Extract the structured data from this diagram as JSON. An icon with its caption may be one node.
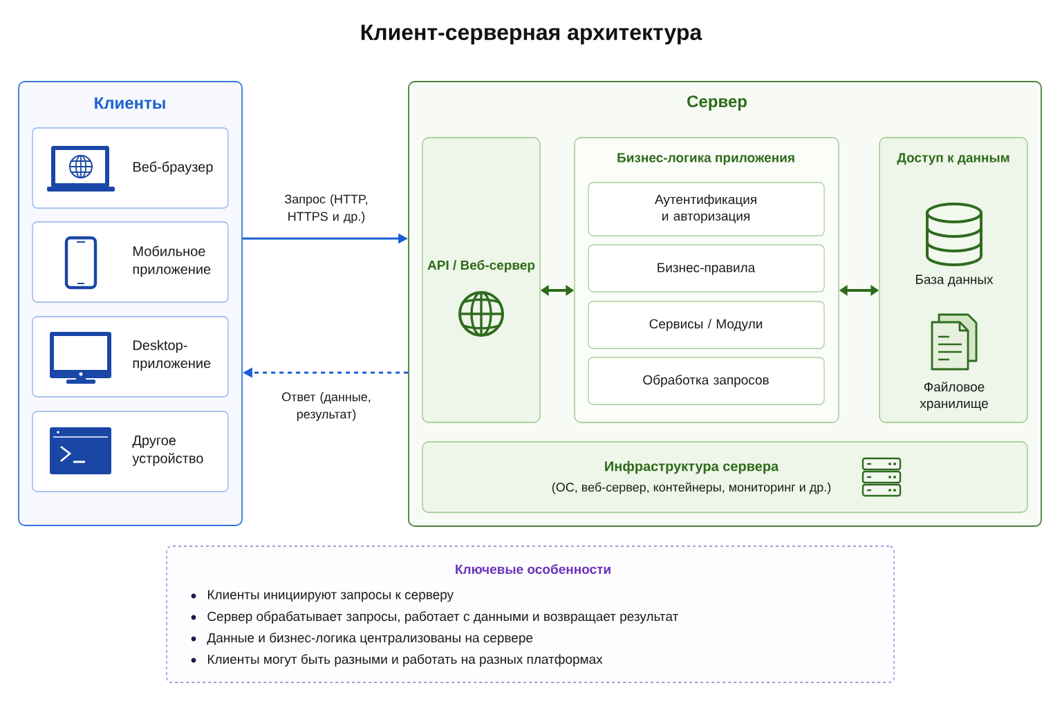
{
  "diagram": {
    "title": "Клиент-серверная архитектура",
    "nodes": [
      {
        "text": [
          "Клиенты"
        ]
      },
      {
        "text": [
          "Веб-браузер"
        ],
        "in": 0
      },
      {
        "text": [
          "Мобильное приложение"
        ],
        "in": 0
      },
      {
        "text": [
          "Desktop- приложение"
        ],
        "in": 0
      },
      {
        "text": [
          "Другое устройство"
        ],
        "in": 0
      },
      {
        "text": [
          "Сервер"
        ]
      },
      {
        "text": [
          "API / Веб-сервер"
        ],
        "in": 5
      },
      {
        "text": [
          "Бизнес-логика приложения"
        ],
        "in": 5
      },
      {
        "text": [
          "Аутентификация и авторизация"
        ],
        "in": 7
      },
      {
        "text": [
          "Бизнес-правила"
        ],
        "in": 7
      },
      {
        "text": [
          "Сервисы / Модули"
        ],
        "in": 7
      },
      {
        "text": [
          "Обработка запросов"
        ],
        "in": 7
      },
      {
        "text": [
          "Доступ к данным",
          "База данных",
          "Файловое хранилище"
        ],
        "in": 5
      },
      {
        "text": [
          "Инфраструктура сервера",
          "(ОС, веб-сервер, контейнеры, мониторинг и др.)"
        ],
        "in": 5
      },
      {
        "text": [
          "Ключевые особенности",
          "Клиенты инициируют запросы к серверу",
          "Сервер обрабатывает запросы, работает с данными и возвращает результат",
          "Данные и бизнес-логика централизованы на сервере",
          "Клиенты могут быть разными и работать на разных платформах"
        ]
      }
    ],
    "edges": [
      {
        "from": 0,
        "to": 5,
        "arrow": "to",
        "label": "Запрос (HTTP, HTTPS и др.)",
        "color": "#1a5fd6"
      },
      {
        "from": 5,
        "to": 0,
        "arrow": "to",
        "label": "Ответ (данные, результат)",
        "style": "dashed",
        "color": "#1a5fd6"
      },
      {
        "from": 6,
        "to": 7,
        "arrow": "both",
        "color": "#2d6a1c"
      },
      {
        "from": 7,
        "to": 12,
        "arrow": "both",
        "color": "#2d6a1c"
      }
    ]
  }
}
